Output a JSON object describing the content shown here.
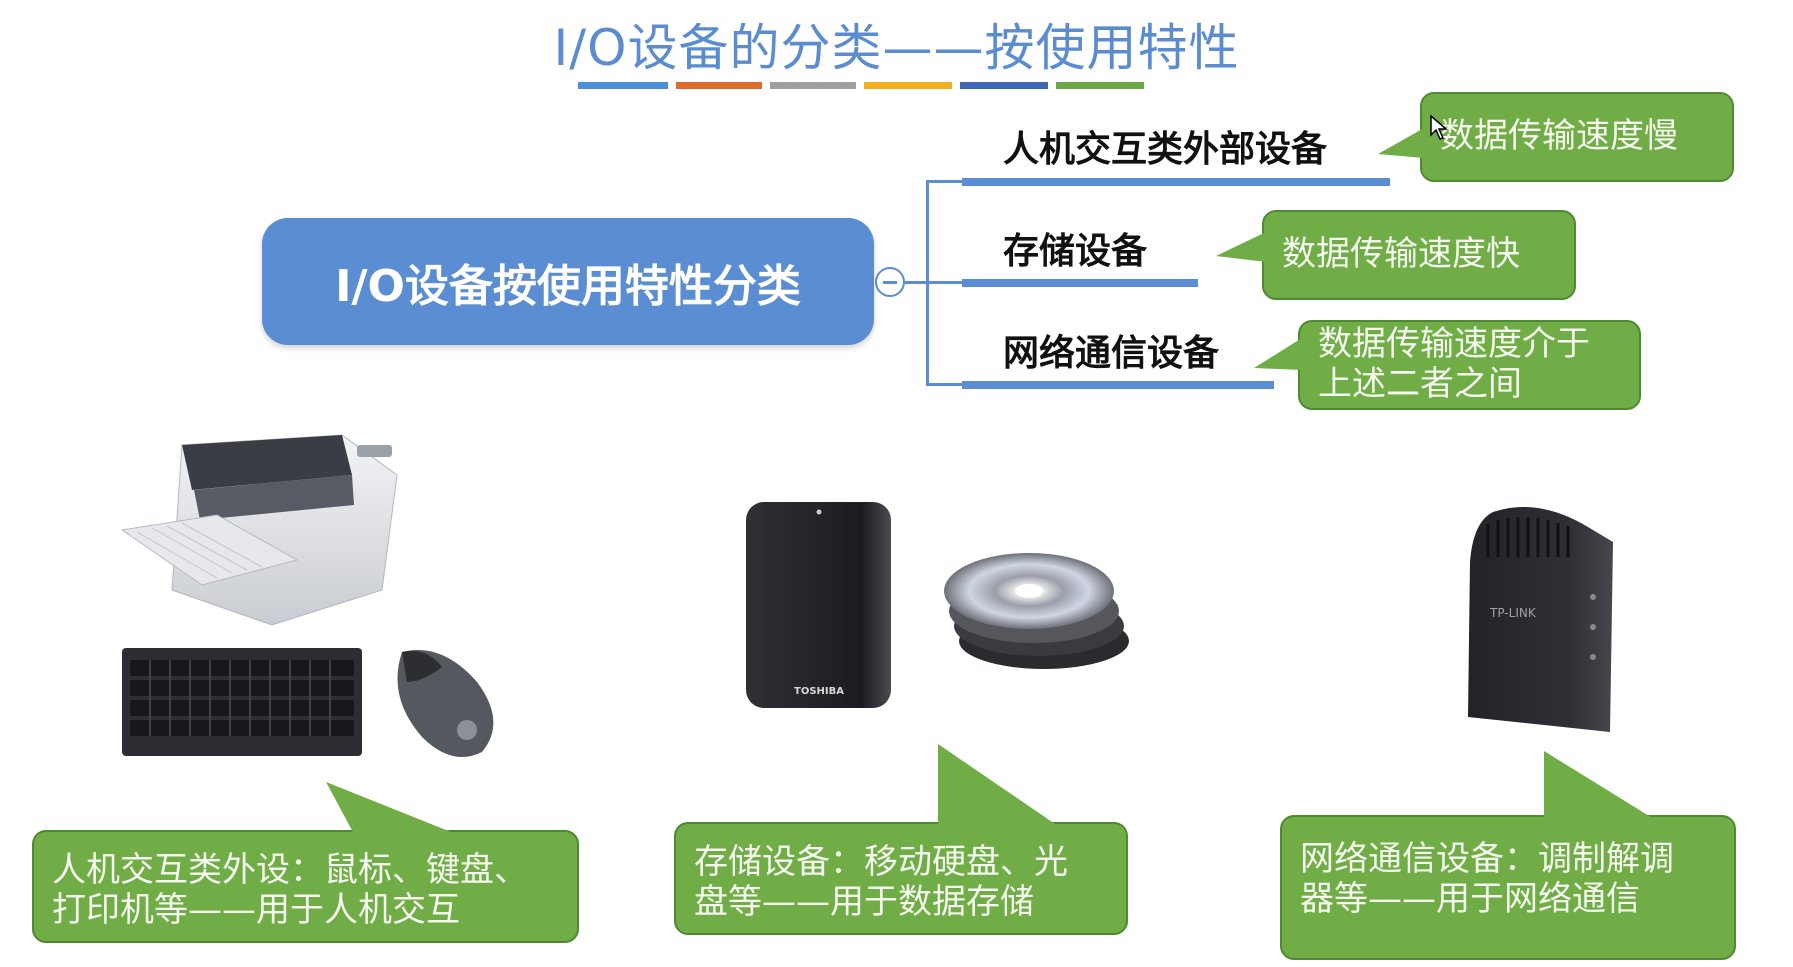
{
  "slide": {
    "title": "I/O设备的分类——按使用特性",
    "title_bar_colors": [
      "#4a90d9",
      "#e06a2c",
      "#a0a0a0",
      "#f2b11c",
      "#3f67b8",
      "#6aa843"
    ]
  },
  "main_node": {
    "label": "I/O设备按使用特性分类"
  },
  "branches": [
    {
      "label": "人机交互类外部设备",
      "note": "数据传输速度慢"
    },
    {
      "label": "存储设备",
      "note": "数据传输速度快"
    },
    {
      "label": "网络通信设备",
      "note_line1": "数据传输速度介于",
      "note_line2": "上述二者之间"
    }
  ],
  "bottom_callouts": {
    "human": {
      "line1": "人机交互类外设：鼠标、键盘、",
      "line2": "打印机等——用于人机交互"
    },
    "storage": {
      "line1": "存储设备：移动硬盘、光",
      "line2": "盘等——用于数据存储"
    },
    "network": {
      "line1": "网络通信设备：调制解调",
      "line2": "器等——用于网络通信"
    }
  },
  "images": {
    "hdd_brand": "TOSHIBA",
    "modem_brand": "TP-LINK"
  },
  "colors": {
    "accent_blue": "#5b8dd2",
    "callout_green": "#70ad47"
  }
}
